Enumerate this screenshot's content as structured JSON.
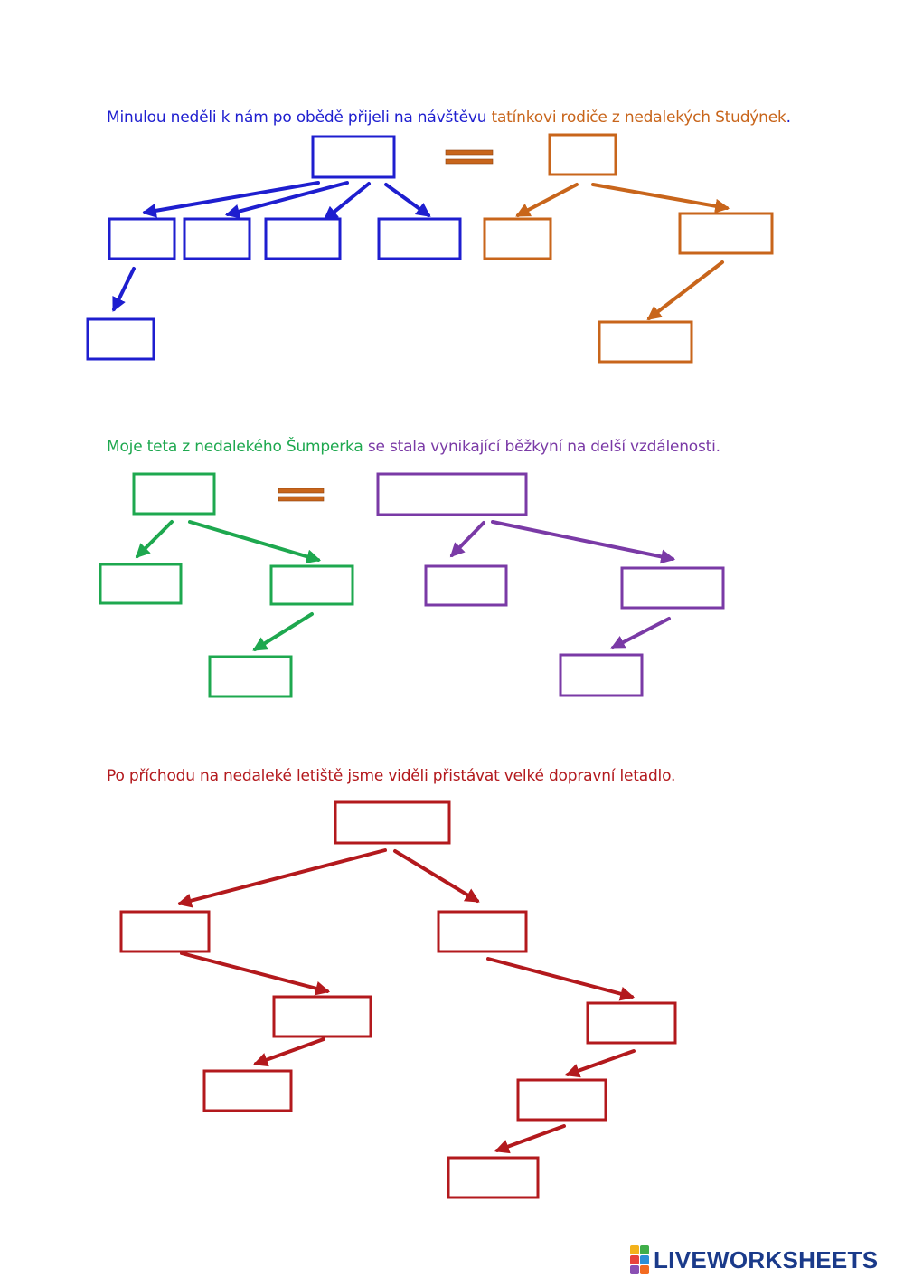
{
  "colors": {
    "blue": "#1e1ecf",
    "orange": "#c8651b",
    "green": "#1ea84f",
    "purple": "#7a3aa6",
    "red": "#b3191d"
  },
  "sentences": [
    {
      "parts": [
        {
          "text": "Minulou neděli k nám po obědě přijeli na návštěvu ",
          "color": "blue"
        },
        {
          "text": "tatínkovi rodiče z nedalekých Studýnek",
          "color": "orange"
        },
        {
          "text": ".",
          "color": "blue"
        }
      ]
    },
    {
      "parts": [
        {
          "text": "Moje teta z nedalekého Šumperka ",
          "color": "green"
        },
        {
          "text": "se stala vynikající běžkyní na delší vzdálenosti.",
          "color": "purple"
        }
      ]
    },
    {
      "parts": [
        {
          "text": "Po příchodu na nedaleké letiště jsme viděli přistávat velké dopravní letadlo.",
          "color": "red"
        }
      ]
    }
  ],
  "boxes": [
    {
      "id": "b1-root",
      "color": "blue",
      "value": ""
    },
    {
      "id": "b1-c1",
      "color": "blue",
      "value": ""
    },
    {
      "id": "b1-c2",
      "color": "blue",
      "value": ""
    },
    {
      "id": "b1-c3",
      "color": "blue",
      "value": ""
    },
    {
      "id": "b1-c4",
      "color": "blue",
      "value": ""
    },
    {
      "id": "b1-g1",
      "color": "blue",
      "value": ""
    },
    {
      "id": "o1-root",
      "color": "orange",
      "value": ""
    },
    {
      "id": "o1-c1",
      "color": "orange",
      "value": ""
    },
    {
      "id": "o1-c2",
      "color": "orange",
      "value": ""
    },
    {
      "id": "o1-g1",
      "color": "orange",
      "value": ""
    },
    {
      "id": "g2-root",
      "color": "green",
      "value": ""
    },
    {
      "id": "g2-c1",
      "color": "green",
      "value": ""
    },
    {
      "id": "g2-c2",
      "color": "green",
      "value": ""
    },
    {
      "id": "g2-g1",
      "color": "green",
      "value": ""
    },
    {
      "id": "p2-root",
      "color": "purple",
      "value": ""
    },
    {
      "id": "p2-c1",
      "color": "purple",
      "value": ""
    },
    {
      "id": "p2-c2",
      "color": "purple",
      "value": ""
    },
    {
      "id": "p2-g1",
      "color": "purple",
      "value": ""
    },
    {
      "id": "r3-root",
      "color": "red",
      "value": ""
    },
    {
      "id": "r3-l1",
      "color": "red",
      "value": ""
    },
    {
      "id": "r3-r1",
      "color": "red",
      "value": ""
    },
    {
      "id": "r3-l2",
      "color": "red",
      "value": ""
    },
    {
      "id": "r3-l3",
      "color": "red",
      "value": ""
    },
    {
      "id": "r3-r2",
      "color": "red",
      "value": ""
    },
    {
      "id": "r3-r3",
      "color": "red",
      "value": ""
    },
    {
      "id": "r3-r4",
      "color": "red",
      "value": ""
    }
  ],
  "watermark": {
    "text": "LIVEWORKSHEETS",
    "tile_colors": [
      "#f3b21b",
      "#3fae49",
      "#e8423b",
      "#2c8fd6",
      "#8a4fb3",
      "#f36b21"
    ]
  }
}
